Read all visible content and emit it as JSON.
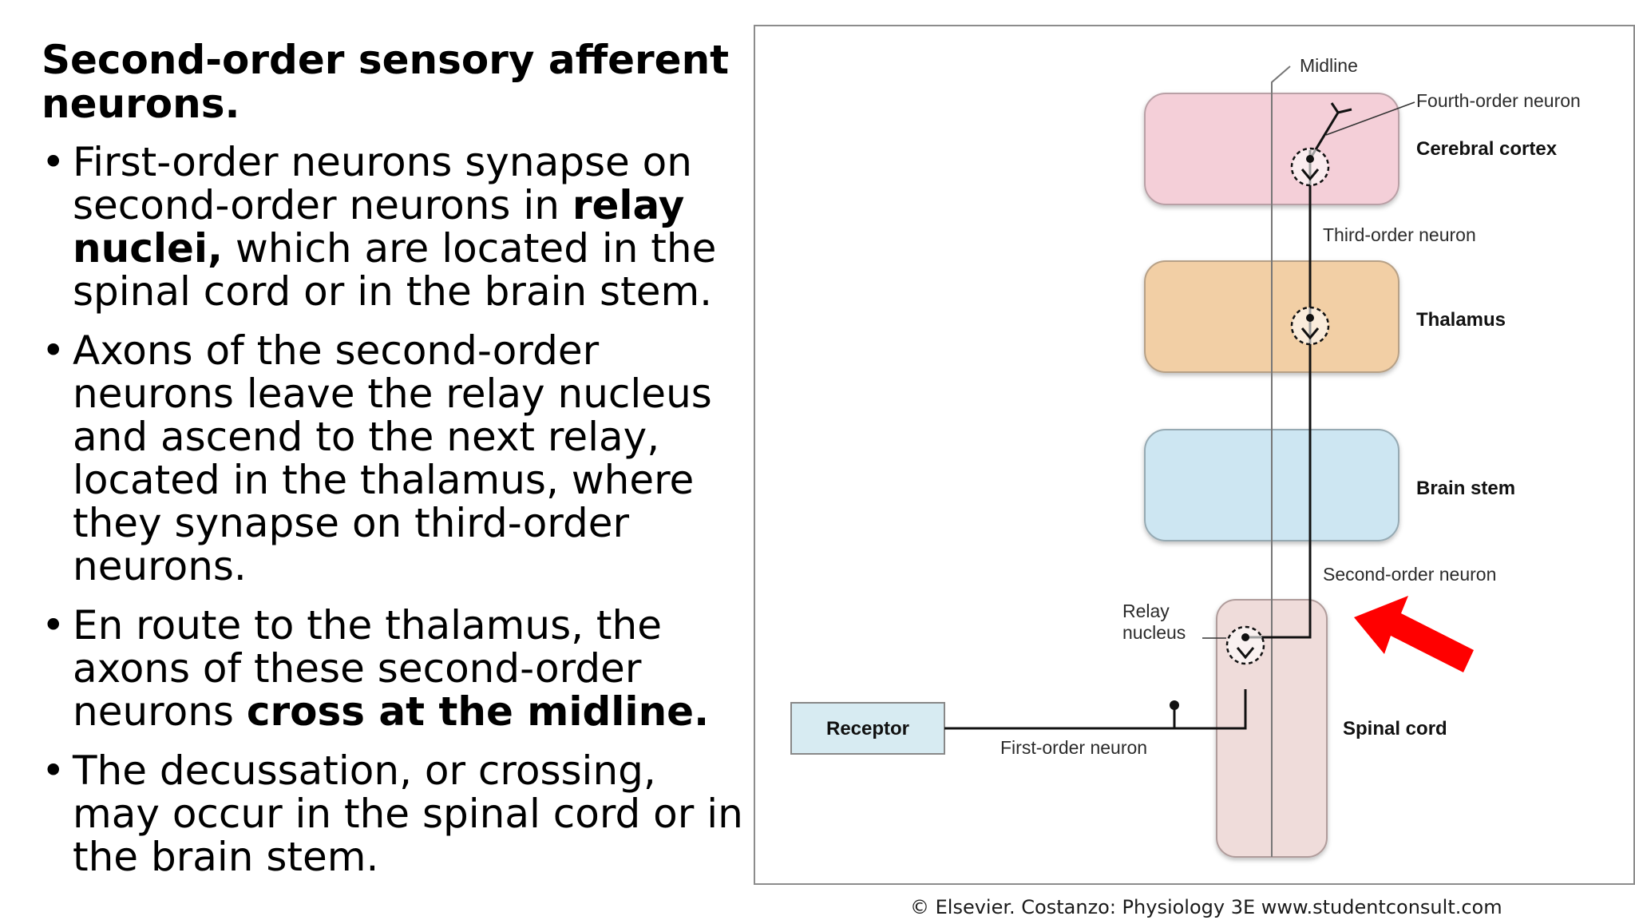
{
  "slide": {
    "title": "Second-order sensory afferent neurons.",
    "bullets": [
      {
        "parts": [
          "First-order neurons synapse on second-order neurons in ",
          "relay nuclei,",
          " which are located in the spinal cord or in the brain stem."
        ]
      },
      {
        "parts": [
          "Axons of the second-order neurons leave the relay nucleus and ascend to the next relay, located in the thalamus, where they synapse on third-order neurons."
        ]
      },
      {
        "parts": [
          "En route to the thalamus, the axons of these second-order neurons ",
          "cross at the midline."
        ]
      },
      {
        "parts": [
          "The decussation, or crossing, may occur in the spinal cord or in the brain stem."
        ]
      }
    ],
    "bullet_glyph": "•"
  },
  "diagram": {
    "labels": {
      "midline": "Midline",
      "fourth_order": "Fourth-order neuron",
      "cerebral_cortex": "Cerebral cortex",
      "third_order": "Third-order neuron",
      "thalamus": "Thalamus",
      "brain_stem": "Brain stem",
      "second_order": "Second-order neuron",
      "relay_line1": "Relay",
      "relay_line2": "nucleus",
      "receptor": "Receptor",
      "first_order": "First-order neuron",
      "spinal_cord": "Spinal cord"
    },
    "colors": {
      "cortex": "#f4cfd8",
      "thalamus": "#f2cfa5",
      "brain_stem": "#cde6f2",
      "spinal_cord": "#efdcda",
      "receptor": "#d7ebf2",
      "arrow": "#ff0000"
    }
  },
  "credit": "© Elsevier. Costanzo: Physiology 3E www.studentconsult.com"
}
